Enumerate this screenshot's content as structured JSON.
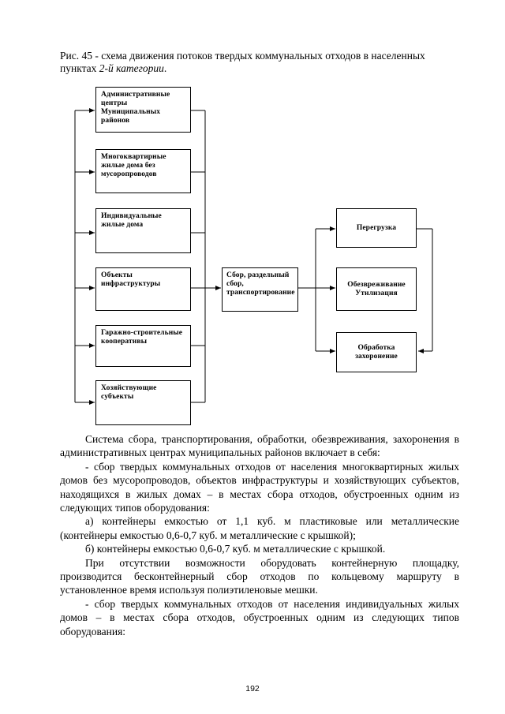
{
  "caption": {
    "text": "Рис. 45 - схема движения потоков твердых коммунальных отходов в населенных пунктах ",
    "italic": "2-й категории",
    "tail": "."
  },
  "diagram": {
    "sources": [
      "Административные центры Муниципальных районов",
      "Многоквартирные жилые дома без мусоропроводов",
      "Индивидуальные жилые дома",
      "Объекты инфраструктуры",
      "Гаражно-строительные кооперативы",
      "Хозяйствующие субъекты"
    ],
    "collection": "Сбор, раздельный сбор, транспортирование",
    "destinations": [
      "Перегрузка",
      "Обезвреживание Утилизация",
      "Обработка захоронение"
    ]
  },
  "body": {
    "paragraphs": [
      "Система сбора, транспортирования, обработки, обезвреживания, захоронения в административных центрах муниципальных районов включает в себя:",
      "- сбор твердых коммунальных отходов от населения многоквартирных жилых домов без мусоропроводов, объектов инфраструктуры и хозяйствующих субъектов, находящихся в жилых домах – в местах сбора отходов, обустроенных одним из следующих типов оборудования:",
      "а) контейнеры емкостью от 1,1 куб. м пластиковые или металлические (контейнеры емкостью 0,6-0,7 куб. м металлические с крышкой);",
      "б) контейнеры емкостью 0,6-0,7 куб. м металлические с крышкой.",
      "При отсутствии возможности оборудовать контейнерную площадку, производится бесконтейнерный сбор отходов по кольцевому маршруту в установленное время используя полиэтиленовые мешки.",
      "- сбор твердых коммунальных отходов от населения индивидуальных жилых домов – в местах сбора отходов, обустроенных одним из следующих типов оборудования:"
    ]
  },
  "page_number": "192"
}
